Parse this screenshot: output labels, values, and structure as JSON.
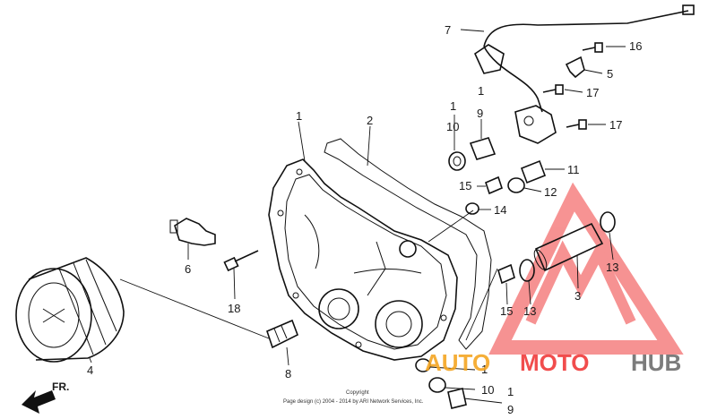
{
  "callouts": [
    {
      "id": "c7",
      "text": "7"
    },
    {
      "id": "c16",
      "text": "16"
    },
    {
      "id": "c5",
      "text": "5"
    },
    {
      "id": "c17a",
      "text": "17"
    },
    {
      "id": "c17b",
      "text": "17"
    },
    {
      "id": "c1top",
      "text": "1"
    },
    {
      "id": "c1b",
      "text": "1"
    },
    {
      "id": "c10top",
      "text": "10"
    },
    {
      "id": "c9top",
      "text": "9"
    },
    {
      "id": "c1left",
      "text": "1"
    },
    {
      "id": "c2",
      "text": "2"
    },
    {
      "id": "c11",
      "text": "11"
    },
    {
      "id": "c15top",
      "text": "15"
    },
    {
      "id": "c12",
      "text": "12"
    },
    {
      "id": "c14",
      "text": "14"
    },
    {
      "id": "c13a",
      "text": "13"
    },
    {
      "id": "c13b",
      "text": "13"
    },
    {
      "id": "c3",
      "text": "3"
    },
    {
      "id": "c15bot",
      "text": "15"
    },
    {
      "id": "c6",
      "text": "6"
    },
    {
      "id": "c18",
      "text": "18"
    },
    {
      "id": "c4",
      "text": "4"
    },
    {
      "id": "c8",
      "text": "8"
    },
    {
      "id": "c1bot1",
      "text": "1"
    },
    {
      "id": "c10bot",
      "text": "10"
    },
    {
      "id": "c1bot2",
      "text": "1"
    },
    {
      "id": "c9bot",
      "text": "9"
    }
  ],
  "direction_label": "FR.",
  "copyright": {
    "line1": "Copyright",
    "line2": "Page design (c) 2004 - 2014 by ARI Network Services, Inc."
  },
  "watermark": {
    "brand_part1": "AUTO",
    "brand_part2": "MOTO",
    "brand_part3": "HUB",
    "colors": {
      "red": "#f03a3a",
      "orange": "#f5a623",
      "gray": "#6e6e6e"
    }
  }
}
